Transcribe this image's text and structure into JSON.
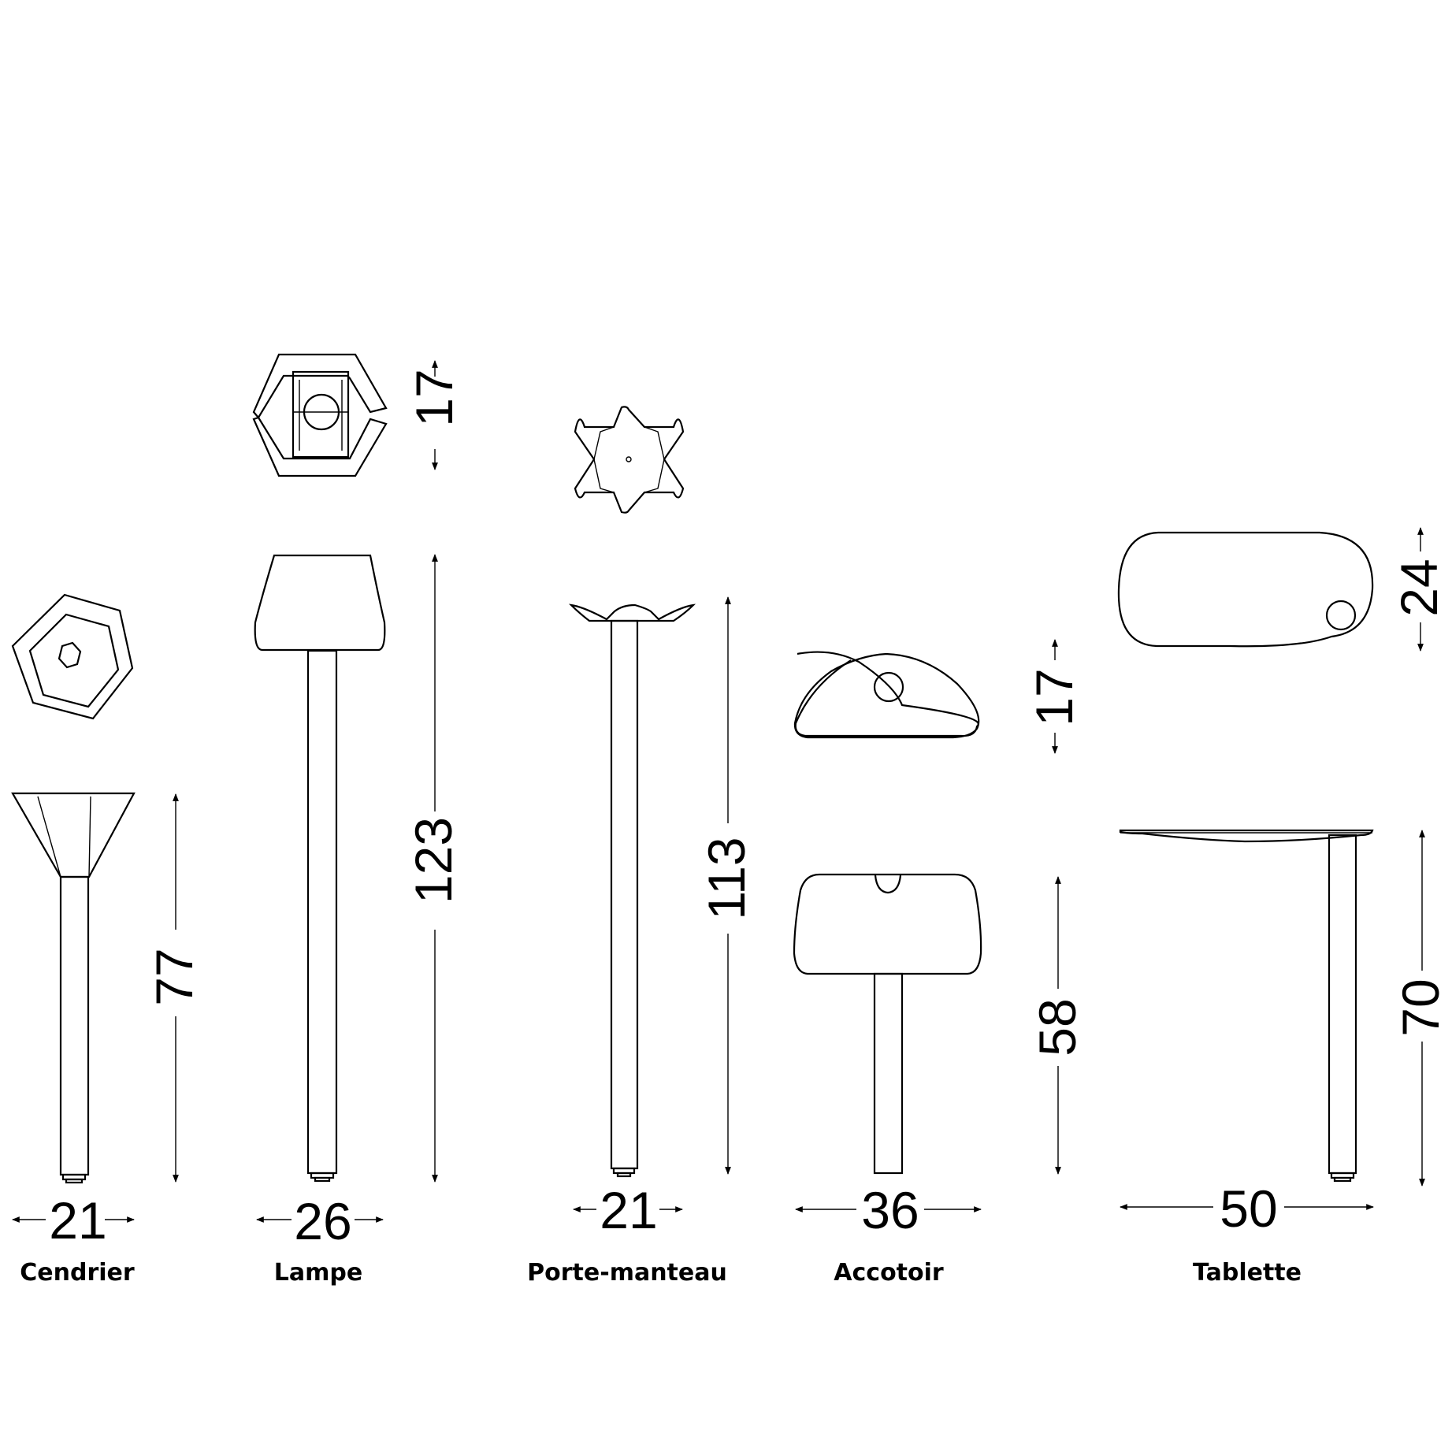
{
  "products": [
    {
      "label": "Cendrier",
      "width": "21",
      "height": "77"
    },
    {
      "label": "Lampe",
      "width": "26",
      "height": "123",
      "top_depth": "17"
    },
    {
      "label": "Porte-manteau",
      "width": "21",
      "height": "113"
    },
    {
      "label": "Accotoir",
      "width": "36",
      "height": "58",
      "top_depth": "17"
    },
    {
      "label": "Tablette",
      "width": "50",
      "height": "70",
      "top_depth": "24"
    }
  ]
}
